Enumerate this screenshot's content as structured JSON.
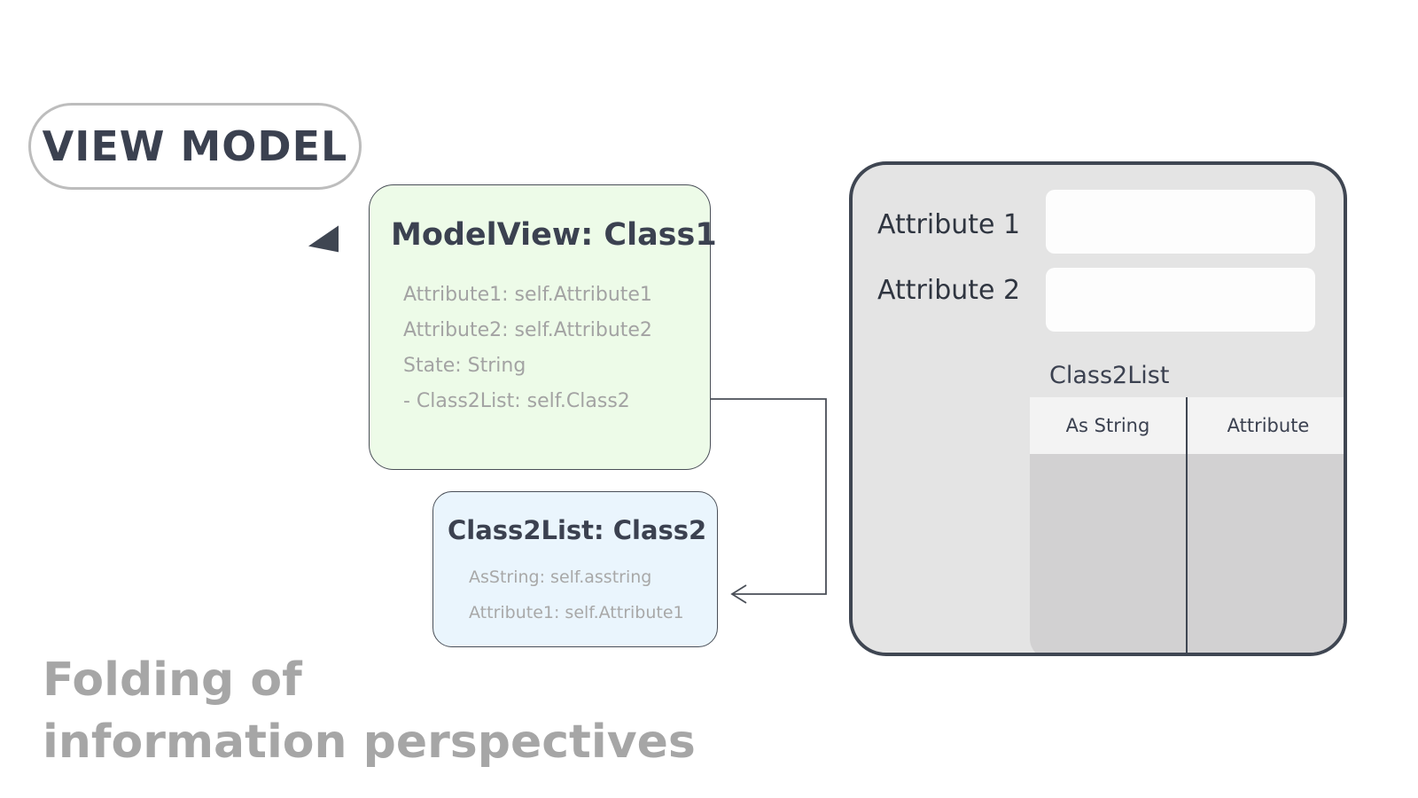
{
  "badge": {
    "label": "VIEW MODEL"
  },
  "class1_box": {
    "title": "ModelView: Class1",
    "attributes": [
      "Attribute1: self.Attribute1",
      "Attribute2: self.Attribute2",
      "State: String",
      "- Class2List: self.Class2"
    ]
  },
  "class2_box": {
    "title": "Class2List: Class2",
    "attributes": [
      "AsString: self.asstring",
      "Attribute1: self.Attribute1"
    ]
  },
  "form_panel": {
    "fields": [
      {
        "label": "Attribute 1",
        "value": ""
      },
      {
        "label": "Attribute 2",
        "value": ""
      }
    ],
    "list_title": "Class2List",
    "columns": [
      "As String",
      "Attribute"
    ]
  },
  "caption": {
    "line1": "Folding of",
    "line2": "information perspectives"
  },
  "colors": {
    "class1_fill": "#edfbe8",
    "class2_fill": "#eaf5fd",
    "panel_fill": "#e4e4e4",
    "outline": "#3f4652",
    "caption_text": "#a6a6a6"
  }
}
